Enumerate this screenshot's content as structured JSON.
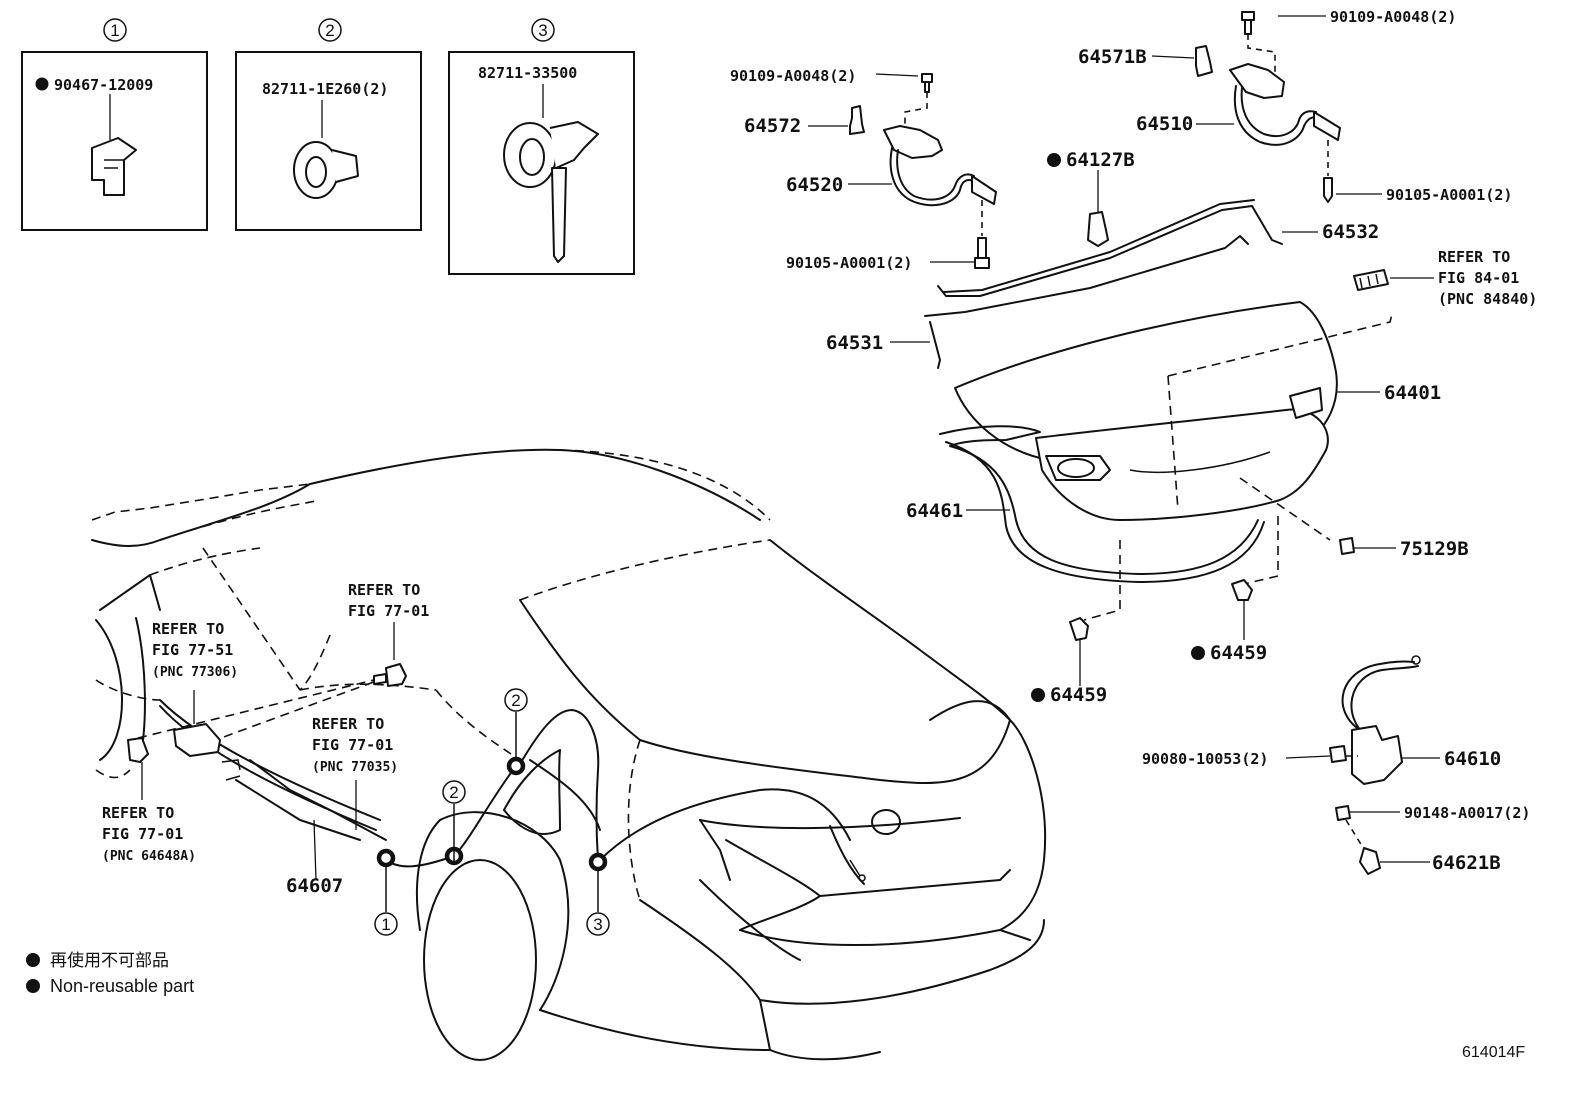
{
  "inset_boxes": [
    {
      "number": "1",
      "part": "90467-12009",
      "non_reusable": true
    },
    {
      "number": "2",
      "part": "82711-1E260(2)",
      "non_reusable": false
    },
    {
      "number": "3",
      "part": "82711-33500",
      "non_reusable": false
    }
  ],
  "parts": {
    "p_90109_left": "90109-A0048(2)",
    "p_90109_right": "90109-A0048(2)",
    "p_64571B": "64571B",
    "p_64572": "64572",
    "p_64510": "64510",
    "p_64520": "64520",
    "p_64127B": "64127B",
    "p_90105_right": "90105-A0001(2)",
    "p_64532": "64532",
    "p_90105_left": "90105-A0001(2)",
    "p_64531": "64531",
    "p_64401": "64401",
    "p_64461": "64461",
    "p_75129B": "75129B",
    "p_64459_a": "64459",
    "p_64459_b": "64459",
    "p_90080": "90080-10053(2)",
    "p_64610": "64610",
    "p_90148": "90148-A0017(2)",
    "p_64621B": "64621B",
    "p_64607": "64607"
  },
  "refer": {
    "r_8401": {
      "l1": "REFER TO",
      "l2": "FIG 84-01",
      "l3": "(PNC 84840)"
    },
    "r_7701_top": {
      "l1": "REFER TO",
      "l2": "FIG 77-01"
    },
    "r_7751": {
      "l1": "REFER TO",
      "l2": "FIG 77-51",
      "l3": "(PNC 77306)"
    },
    "r_7701_mid": {
      "l1": "REFER TO",
      "l2": "FIG 77-01",
      "l3": "(PNC 77035)"
    },
    "r_7701_low": {
      "l1": "REFER TO",
      "l2": "FIG 77-01",
      "l3": "(PNC 64648A)"
    }
  },
  "callouts": {
    "c1": "1",
    "c2a": "2",
    "c2b": "2",
    "c3": "3"
  },
  "legend": {
    "japanese": "再使用不可部品",
    "english": "Non-reusable part"
  },
  "figure_code": "614014F"
}
